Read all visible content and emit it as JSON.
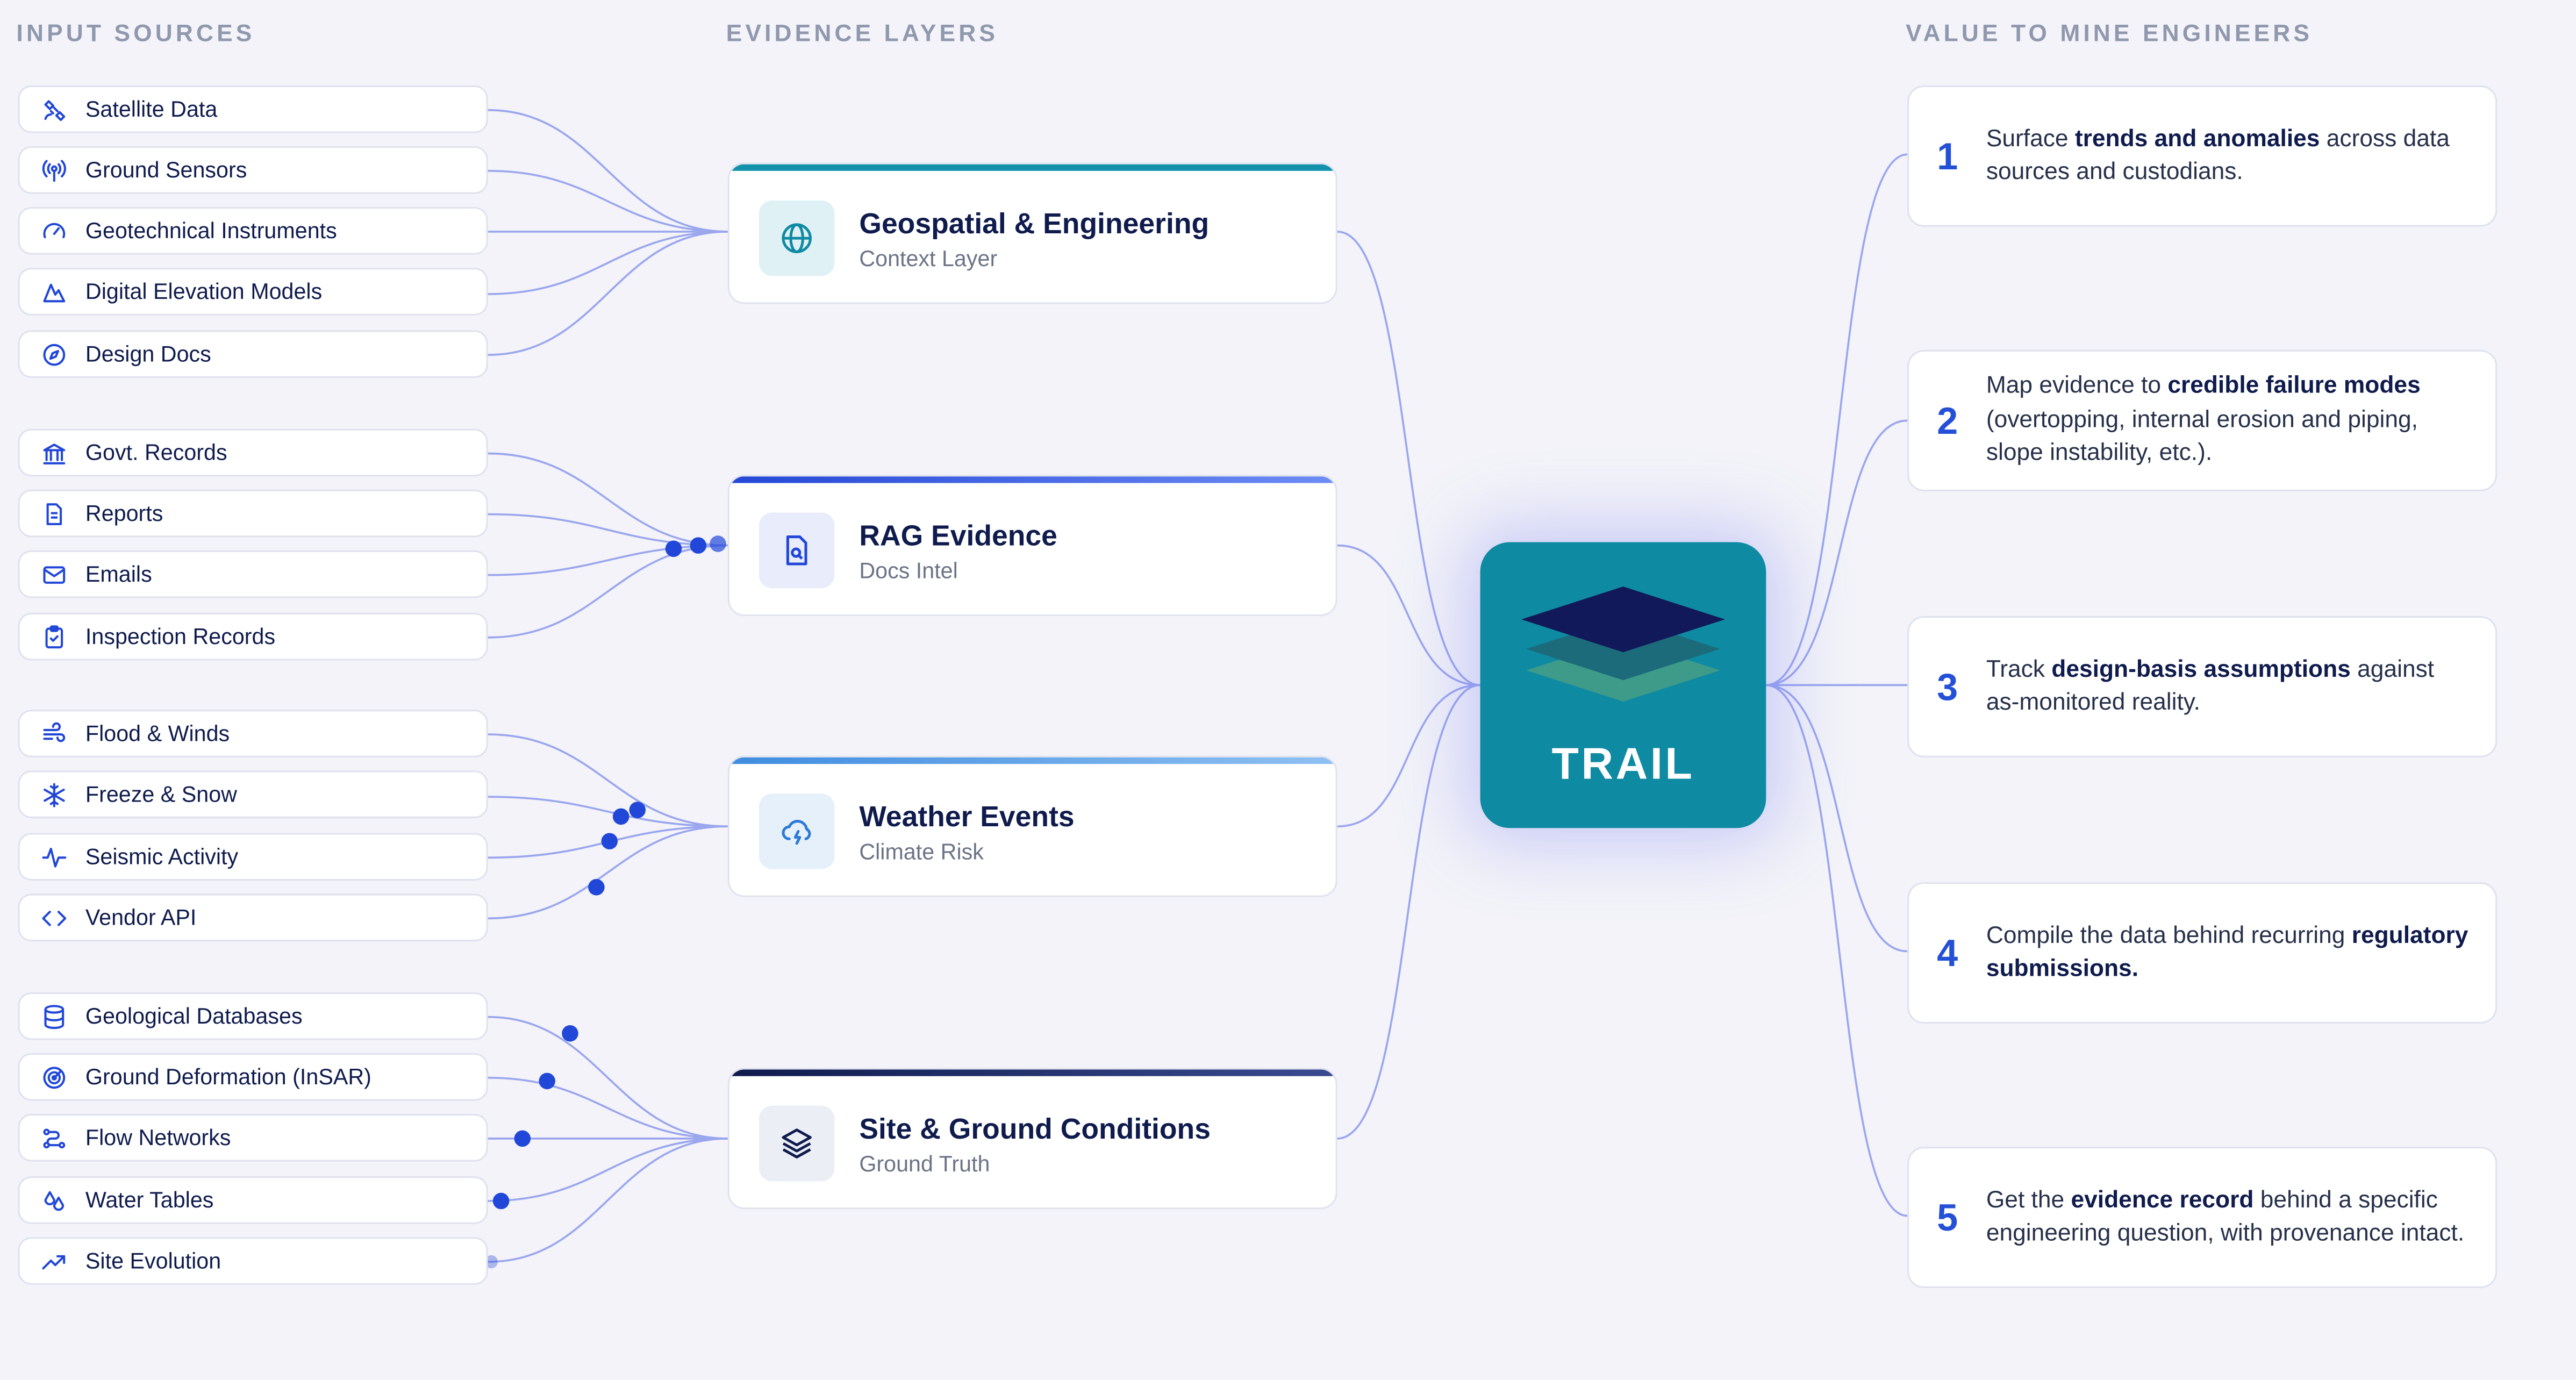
{
  "headings": {
    "sources": "INPUT SOURCES",
    "layers": "EVIDENCE LAYERS",
    "value": "VALUE TO MINE ENGINEERS"
  },
  "colors": {
    "background": "#f3f3f9",
    "wire": "#9aa6ee",
    "dot": "#2147d8",
    "hub": "#0f8aa3",
    "number": "#2350d6"
  },
  "sources": [
    {
      "label": "Satellite Data",
      "icon": "satellite-icon"
    },
    {
      "label": "Ground Sensors",
      "icon": "antenna-icon"
    },
    {
      "label": "Geotechnical Instruments",
      "icon": "gauge-icon"
    },
    {
      "label": "Digital Elevation Models",
      "icon": "mountain-icon"
    },
    {
      "label": "Design Docs",
      "icon": "compass-icon"
    },
    {
      "label": "Govt. Records",
      "icon": "bank-icon"
    },
    {
      "label": "Reports",
      "icon": "document-icon"
    },
    {
      "label": "Emails",
      "icon": "mail-icon"
    },
    {
      "label": "Inspection Records",
      "icon": "clipboard-check-icon"
    },
    {
      "label": "Flood & Winds",
      "icon": "wind-icon"
    },
    {
      "label": "Freeze & Snow",
      "icon": "snowflake-icon"
    },
    {
      "label": "Seismic Activity",
      "icon": "pulse-icon"
    },
    {
      "label": "Vendor API",
      "icon": "code-icon"
    },
    {
      "label": "Geological Databases",
      "icon": "database-icon"
    },
    {
      "label": "Ground Deformation (InSAR)",
      "icon": "radar-icon"
    },
    {
      "label": "Flow Networks",
      "icon": "flow-network-icon"
    },
    {
      "label": "Water Tables",
      "icon": "droplets-icon"
    },
    {
      "label": "Site Evolution",
      "icon": "trend-up-icon"
    }
  ],
  "layers": [
    {
      "title": "Geospatial & Engineering",
      "subtitle": "Context Layer",
      "icon": "globe-icon"
    },
    {
      "title": "RAG Evidence",
      "subtitle": "Docs Intel",
      "icon": "file-search-icon"
    },
    {
      "title": "Weather Events",
      "subtitle": "Climate Risk",
      "icon": "cloud-lightning-icon"
    },
    {
      "title": "Site & Ground Conditions",
      "subtitle": "Ground Truth",
      "icon": "layers-icon"
    }
  ],
  "hub": {
    "name": "TRAIL",
    "icon": "stacked-layers-logo-icon"
  },
  "values": [
    {
      "number": "1",
      "parts": [
        [
          "Surface ",
          false
        ],
        [
          "trends and anomalies",
          true
        ],
        [
          " across data sources and custodians.",
          false
        ]
      ]
    },
    {
      "number": "2",
      "parts": [
        [
          "Map evidence to ",
          false
        ],
        [
          "credible failure modes",
          true
        ],
        [
          " (overtopping, internal erosion and piping, slope instability, etc.).",
          false
        ]
      ]
    },
    {
      "number": "3",
      "parts": [
        [
          "Track ",
          false
        ],
        [
          "design-basis assumptions",
          true
        ],
        [
          " against as-monitored reality.",
          false
        ]
      ]
    },
    {
      "number": "4",
      "parts": [
        [
          "Compile the data behind recurring ",
          false
        ],
        [
          "regulatory submissions.",
          true
        ]
      ]
    },
    {
      "number": "5",
      "parts": [
        [
          "Get the ",
          false
        ],
        [
          "evidence record",
          true
        ],
        [
          " behind a specific engineering question, with provenance intact.",
          false
        ]
      ]
    }
  ]
}
